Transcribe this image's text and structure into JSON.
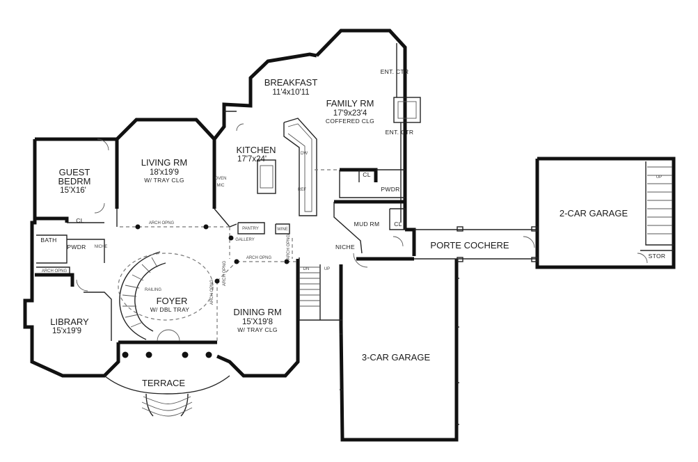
{
  "plan": {
    "rooms": {
      "breakfast": {
        "name": "BREAKFAST",
        "size": "11'4x10'11"
      },
      "family": {
        "name": "FAMILY RM",
        "size": "17'9x23'4",
        "note": "COFFERED CLG"
      },
      "ent_ctr_top": "ENT. CTR",
      "ent_ctr_bottom": "ENT. CTR",
      "kitchen": {
        "name": "KITCHEN",
        "size": "17'7x24'"
      },
      "living": {
        "name": "LIVING RM",
        "size": "18'x19'9",
        "note": "W/ TRAY CLG"
      },
      "guest": {
        "name": "GUEST",
        "name2": "BEDRM",
        "size": "15'X16'"
      },
      "bath": "BATH",
      "pwdr_left": "PWDR",
      "pwdr_right": "PWDR",
      "cl_left": "CL",
      "cl_right": "CL",
      "cl_mud": "CL",
      "mud": "MUD RM",
      "niche": "NICHE",
      "foyer": {
        "name": "FOYER",
        "note": "W/ DBL TRAY",
        "railing": "RAILING"
      },
      "dining": {
        "name": "DINING RM",
        "size": "15'X19'8",
        "note": "W/ TRAY CLG"
      },
      "library": {
        "name": "LIBRARY",
        "size": "15'x19'9"
      },
      "terrace": "TERRACE",
      "porte": "PORTE COCHERE",
      "garage2": "2-CAR GARAGE",
      "garage3": "3-CAR GARAGE",
      "stor": "STOR",
      "up": "UP"
    },
    "small_labels": {
      "oven": "OVEN",
      "micro": "MIC",
      "dw": "DW",
      "ref": "REF",
      "pantry": "PANTRY",
      "wine": "WINE",
      "gallery": "GALLERY",
      "arch_a": "ARCH OPNG",
      "arch_b": "ARCH OPNG",
      "arch_c": "ARCH OPNG",
      "arch_d": "ARCH OPNG",
      "arch_e": "ARCH OPNG",
      "arch_f": "ARCH OPNG",
      "nook": "NICHE",
      "dn": "DN",
      "up_stair": "UP"
    }
  }
}
